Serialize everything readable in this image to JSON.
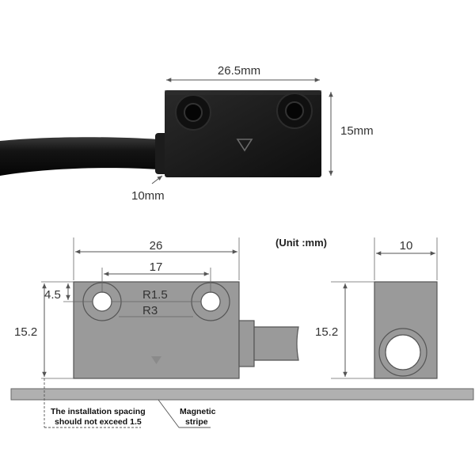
{
  "photo": {
    "width_label": "26.5mm",
    "height_label": "15mm",
    "cable_label": "10mm"
  },
  "drawing": {
    "unit_label": "(Unit :mm)",
    "front_width": "26",
    "hole_spacing": "17",
    "hole_offset": "4.5",
    "hole_inner_radius": "R1.5",
    "hole_outer_radius": "R3",
    "front_height": "15.2",
    "side_width": "10",
    "side_height": "15.2",
    "note_line1": "The installation spacing",
    "note_line2": "should not exceed 1.5",
    "stripe_line1": "Magnetic",
    "stripe_line2": "stripe"
  },
  "colors": {
    "sensor_body": "#1a1a1a",
    "drawing_fill": "#9a9a9a",
    "stripe_fill": "#b0b0b0",
    "dim_line": "#555555"
  }
}
